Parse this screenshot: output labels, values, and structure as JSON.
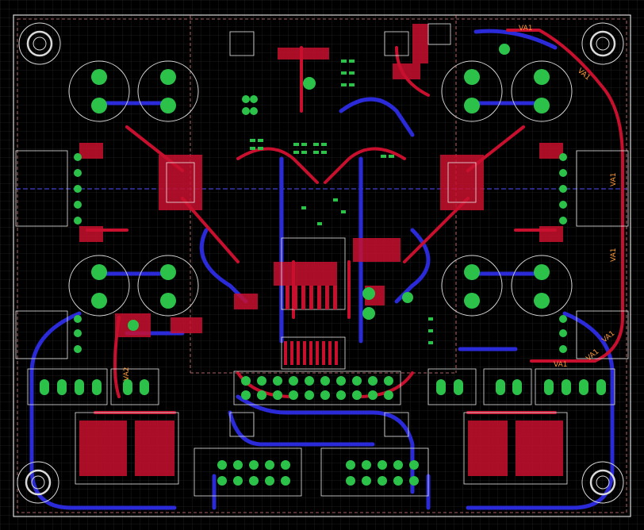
{
  "board": {
    "silk_labels": [
      "VA1",
      "VA1",
      "VA1",
      "VA1",
      "VA1",
      "VA1",
      "VA1",
      "VA2"
    ]
  },
  "colors": {
    "background": "#000000",
    "grid": "#1d1d1d",
    "outline": "#d9d9d9",
    "top_copper": "#c8102e",
    "bottom_copper": "#2a2ad8",
    "pad": "#2cc24a",
    "silkscreen": "#e6e6e6",
    "dimension": "#e08080",
    "label": "#ff9a3c"
  }
}
